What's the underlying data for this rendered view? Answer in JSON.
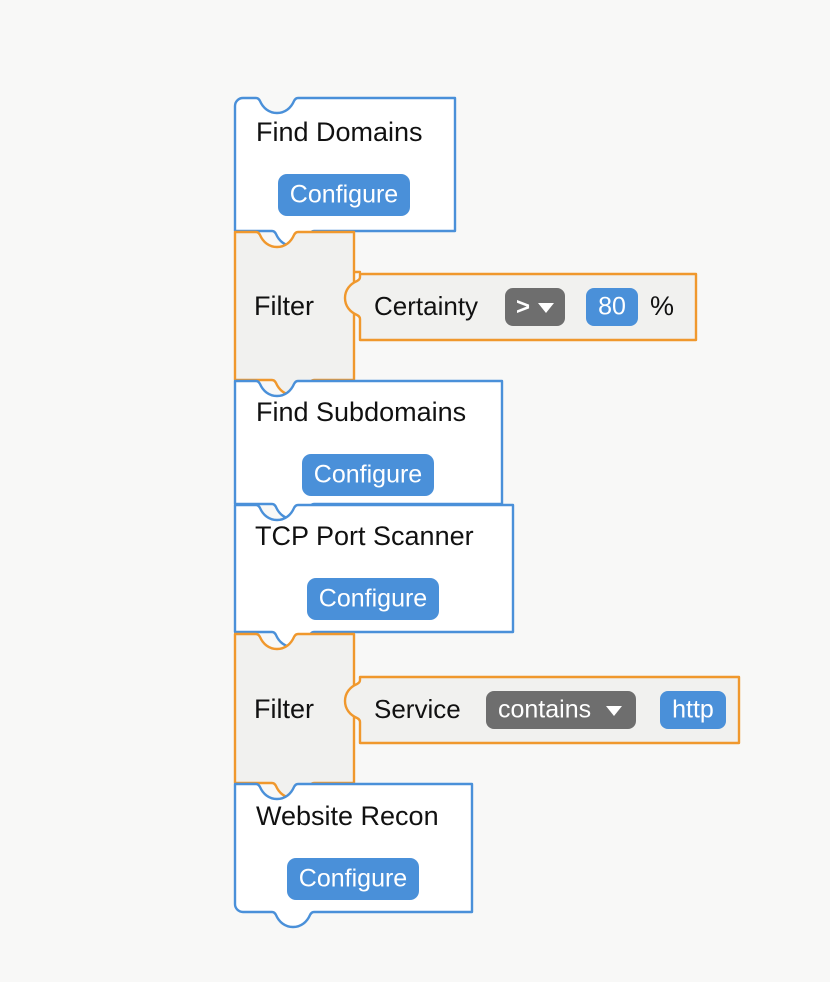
{
  "workspace": {
    "background_color": "#f8f8f7",
    "theme": {
      "task_block_border": "#4a90d9",
      "task_block_fill": "#ffffff",
      "filter_block_border": "#f0982d",
      "filter_block_fill": "#f1f1ef",
      "button_blue": "#4a90d9",
      "dropdown_gray": "#6e6e6e",
      "text_dark": "#111111",
      "text_light": "#ffffff"
    },
    "blocks": [
      {
        "id": "find-domains",
        "type": "task",
        "title": "Find Domains",
        "button_label": "Configure"
      },
      {
        "id": "filter-certainty",
        "type": "filter",
        "title": "Filter",
        "field_name": "Certainty",
        "operator": ">",
        "value": "80",
        "unit": "%"
      },
      {
        "id": "find-subdomains",
        "type": "task",
        "title": "Find Subdomains",
        "button_label": "Configure"
      },
      {
        "id": "tcp-port-scanner",
        "type": "task",
        "title": "TCP Port Scanner",
        "button_label": "Configure"
      },
      {
        "id": "filter-service",
        "type": "filter",
        "title": "Filter",
        "field_name": "Service",
        "operator": "contains",
        "value": "http",
        "unit": ""
      },
      {
        "id": "website-recon",
        "type": "task",
        "title": "Website Recon",
        "button_label": "Configure"
      }
    ],
    "icons": {
      "dropdown_arrow": "chevron-down-icon"
    }
  }
}
